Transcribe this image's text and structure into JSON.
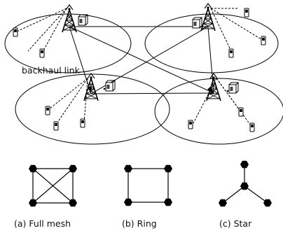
{
  "diagram": {
    "backhaul_label": "backhaul link",
    "topologies": [
      {
        "key": "mesh",
        "caption": "(a) Full mesh"
      },
      {
        "key": "ring",
        "caption": "(b) Ring"
      },
      {
        "key": "star",
        "caption": "(c) Star"
      }
    ]
  }
}
